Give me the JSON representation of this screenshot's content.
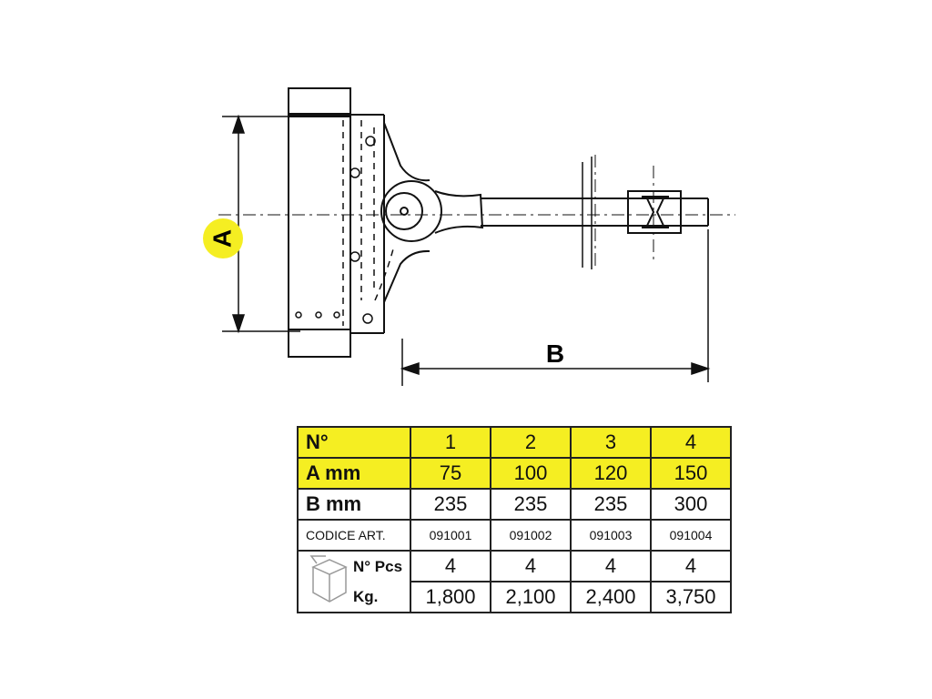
{
  "diagram": {
    "dimension_a": "A",
    "dimension_b": "B",
    "highlight_color": "#f5ee22"
  },
  "table": {
    "rows": [
      {
        "label": "N°",
        "values": [
          "1",
          "2",
          "3",
          "4"
        ]
      },
      {
        "label": "A mm",
        "values": [
          "75",
          "100",
          "120",
          "150"
        ]
      },
      {
        "label": "B mm",
        "values": [
          "235",
          "235",
          "235",
          "300"
        ]
      },
      {
        "label": "CODICE ART.",
        "values": [
          "091001",
          "091002",
          "091003",
          "091004"
        ]
      },
      {
        "label": "N° Pcs",
        "values": [
          "4",
          "4",
          "4",
          "4"
        ]
      },
      {
        "label": "Kg.",
        "values": [
          "1,800",
          "2,100",
          "2,400",
          "3,750"
        ]
      }
    ],
    "pack_icon": "package-box-icon",
    "yellow_color": "#f5ee22"
  }
}
